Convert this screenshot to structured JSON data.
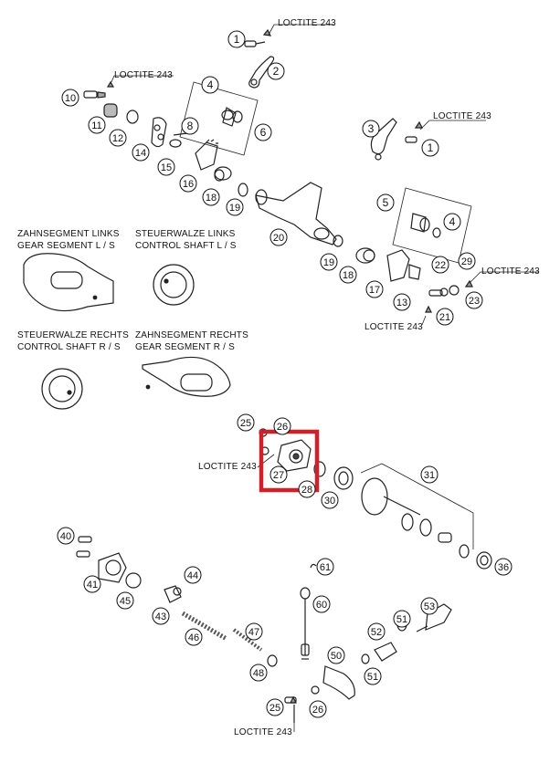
{
  "loctite_label": "LOCTITE 243",
  "side_panels": [
    {
      "line1": "ZAHNSEGMENT LINKS",
      "line2": "GEAR SEGMENT L / S"
    },
    {
      "line1": "STEUERWALZE LINKS",
      "line2": "CONTROL SHAFT L / S"
    },
    {
      "line1": "STEUERWALZE RECHTS",
      "line2": "CONTROL SHAFT R / S"
    },
    {
      "line1": "ZAHNSEGMENT RECHTS",
      "line2": "GEAR SEGMENT R / S"
    }
  ],
  "part_numbers": [
    "1",
    "2",
    "4",
    "6",
    "10",
    "11",
    "12",
    "14",
    "8",
    "15",
    "16",
    "18",
    "19",
    "20",
    "3",
    "1",
    "5",
    "4",
    "19",
    "18",
    "17",
    "13",
    "22",
    "29",
    "23",
    "21",
    "25",
    "26",
    "27",
    "28",
    "30",
    "31",
    "36",
    "40",
    "41",
    "45",
    "44",
    "43",
    "46",
    "47",
    "48",
    "61",
    "60",
    "50",
    "26",
    "25",
    "53",
    "51",
    "52",
    "51"
  ],
  "highlight": {
    "color": "#d0202a"
  }
}
